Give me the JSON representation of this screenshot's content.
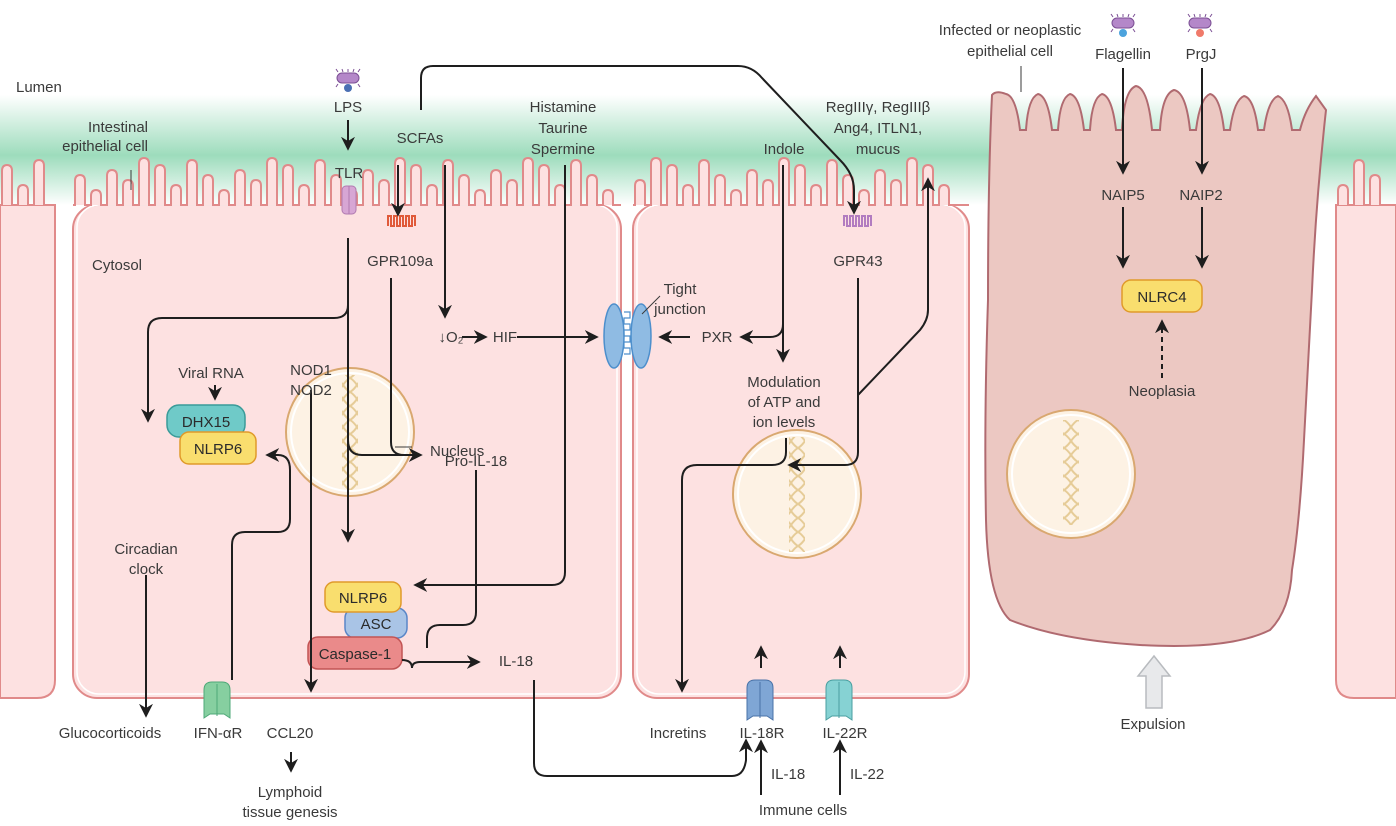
{
  "regions": {
    "lumen": "Lumen",
    "cytosol": "Cytosol",
    "intestinal_cell": [
      "Intestinal",
      "epithelial cell"
    ],
    "infected_cell": [
      "Infected or neoplastic",
      "epithelial cell"
    ],
    "nucleus": "Nucleus",
    "tight_junction": [
      "Tight",
      "junction"
    ]
  },
  "microbial_signals": {
    "lps": "LPS",
    "scfas": "SCFAs",
    "metabolites": [
      "Histamine",
      "Taurine",
      "Spermine"
    ],
    "indole": "Indole",
    "flagellin": "Flagellin",
    "prgj": "PrgJ",
    "viral_rna": "Viral RNA"
  },
  "receptors": {
    "tlr": "TLR",
    "gpr109a": "GPR109a",
    "gpr43": "GPR43",
    "ifnar": "IFN-αR",
    "il18r": "IL-18R",
    "il22r": "IL-22R",
    "naip5": "NAIP5",
    "naip2": "NAIP2"
  },
  "proteins": {
    "dhx15": "DHX15",
    "nlrp6_a": "NLRP6",
    "nlrp6_b": "NLRP6",
    "asc": "ASC",
    "caspase1": "Caspase-1",
    "nlrc4": "NLRC4",
    "nod": [
      "NOD1",
      "NOD2"
    ]
  },
  "intermediates": {
    "o2": "↓O₂",
    "hif": "HIF",
    "pxr": "PXR",
    "pro_il18": "Pro-IL-18",
    "il18_out": "IL-18",
    "modulation": [
      "Modulation",
      "of ATP and",
      "ion levels"
    ],
    "antimicrobials": [
      "RegIIIγ, RegIIIβ",
      "Ang4, ITLN1,",
      "mucus"
    ],
    "circadian": [
      "Circadian",
      "clock"
    ],
    "neoplasia": "Neoplasia"
  },
  "outputs": {
    "glucocorticoids": "Glucocorticoids",
    "ccl20": "CCL20",
    "lymphoid": [
      "Lymphoid",
      "tissue genesis"
    ],
    "incretins": "Incretins",
    "il18_in": "IL-18",
    "il22_in": "IL-22",
    "immune_cells": "Immune cells",
    "expulsion": "Expulsion"
  },
  "colors": {
    "cell_fill": "#fde1e1",
    "cell_stroke": "#e08a8a",
    "infected_fill": "#ecc8c2",
    "infected_stroke": "#b06a70",
    "lumen_gradient": "#9ddcbc",
    "nlrp6": "#f9de6e",
    "dhx15": "#6fcac8",
    "asc": "#a9c4e6",
    "caspase": "#ea8a8a",
    "tlr": "#d7a6d4",
    "ifnar": "#86cfa0",
    "il18r": "#7fa6d5",
    "il22r": "#86d2d3",
    "tight_junction": "#8fbbe3"
  }
}
